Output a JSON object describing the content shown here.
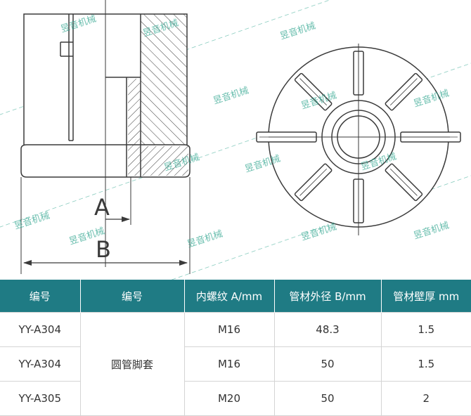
{
  "drawing": {
    "dim_a": "A",
    "dim_b": "B",
    "watermark": "昱音机械"
  },
  "table": {
    "headers": [
      "编号",
      "编号",
      "内螺纹 A/mm",
      "管材外径 B/mm",
      "管材壁厚 mm"
    ],
    "product_name": "圆管脚套",
    "rows": [
      {
        "code": "YY-A304",
        "thread": "M16",
        "outer_dia": "48.3",
        "wall": "1.5"
      },
      {
        "code": "YY-A304",
        "thread": "M16",
        "outer_dia": "50",
        "wall": "1.5"
      },
      {
        "code": "YY-A305",
        "thread": "M20",
        "outer_dia": "50",
        "wall": "2"
      }
    ]
  },
  "colors": {
    "header_bg": "#1f7b84",
    "line": "#3a3a3a",
    "watermark": "#2aa38c"
  }
}
